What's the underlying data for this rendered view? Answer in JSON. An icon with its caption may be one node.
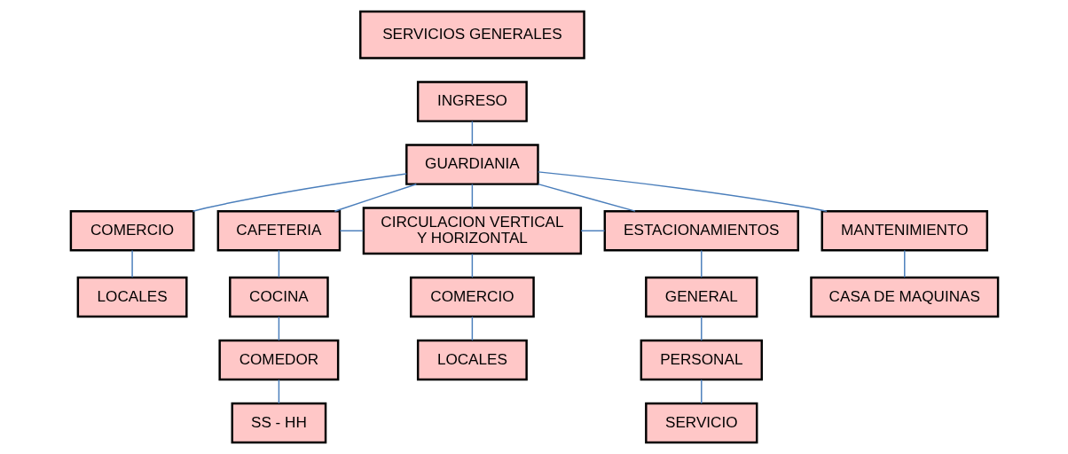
{
  "diagram": {
    "nodes": [
      {
        "text": [
          "SERVICIOS GENERALES"
        ]
      },
      {
        "text": [
          "INGRESO"
        ]
      },
      {
        "text": [
          "GUARDIANIA"
        ]
      },
      {
        "text": [
          "COMERCIO"
        ]
      },
      {
        "text": [
          "LOCALES"
        ]
      },
      {
        "text": [
          "CAFETERIA"
        ]
      },
      {
        "text": [
          "COCINA"
        ]
      },
      {
        "text": [
          "COMEDOR"
        ]
      },
      {
        "text": [
          "SS - HH"
        ]
      },
      {
        "text": [
          "CIRCULACION VERTICAL Y HORIZONTAL"
        ]
      },
      {
        "text": [
          "COMERCIO"
        ]
      },
      {
        "text": [
          "LOCALES"
        ]
      },
      {
        "text": [
          "ESTACIONAMIENTOS"
        ]
      },
      {
        "text": [
          "GENERAL"
        ]
      },
      {
        "text": [
          "PERSONAL"
        ]
      },
      {
        "text": [
          "SERVICIO"
        ]
      },
      {
        "text": [
          "MANTENIMIENTO"
        ]
      },
      {
        "text": [
          "CASA DE MAQUINAS"
        ]
      }
    ],
    "edges": [
      {
        "from": 1,
        "to": 2,
        "arrow": "none"
      },
      {
        "from": 2,
        "to": 3,
        "arrow": "none"
      },
      {
        "from": 2,
        "to": 5,
        "arrow": "none"
      },
      {
        "from": 2,
        "to": 9,
        "arrow": "none"
      },
      {
        "from": 2,
        "to": 12,
        "arrow": "none"
      },
      {
        "from": 2,
        "to": 16,
        "arrow": "none"
      },
      {
        "from": 5,
        "to": 9,
        "arrow": "none"
      },
      {
        "from": 9,
        "to": 12,
        "arrow": "none"
      },
      {
        "from": 3,
        "to": 4,
        "arrow": "none"
      },
      {
        "from": 5,
        "to": 6,
        "arrow": "none"
      },
      {
        "from": 6,
        "to": 7,
        "arrow": "none"
      },
      {
        "from": 7,
        "to": 8,
        "arrow": "none"
      },
      {
        "from": 9,
        "to": 10,
        "arrow": "none"
      },
      {
        "from": 10,
        "to": 11,
        "arrow": "none"
      },
      {
        "from": 12,
        "to": 13,
        "arrow": "none"
      },
      {
        "from": 13,
        "to": 14,
        "arrow": "none"
      },
      {
        "from": 14,
        "to": 15,
        "arrow": "none"
      },
      {
        "from": 16,
        "to": 17,
        "arrow": "none"
      }
    ]
  }
}
